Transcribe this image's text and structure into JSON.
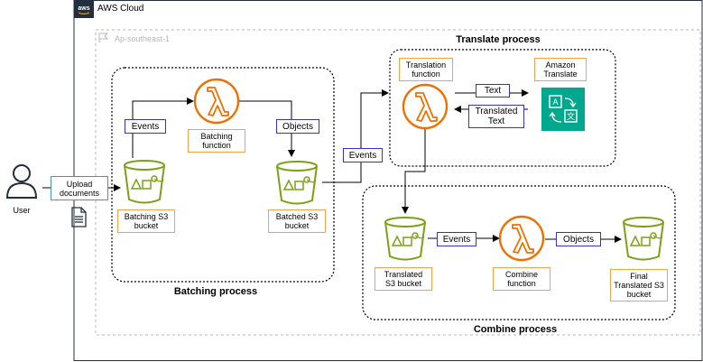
{
  "colors": {
    "aws_border": "#232f3e",
    "region_border": "#b7b7b7",
    "lambda": "#ed7100",
    "s3": "#7aa116",
    "translate": "#01a88d",
    "orange_box": "#f4a14a",
    "blue_box": "#3333cc"
  },
  "cloud": {
    "title": "AWS Cloud",
    "region": "Ap-southeast-1"
  },
  "user": {
    "label": "User",
    "upload": "Upload\ndocuments"
  },
  "batching": {
    "title": "Batching process",
    "events": "Events",
    "objects": "Objects",
    "function": "Batching\nfunction",
    "bucket_in": "Batching S3\nbucket",
    "bucket_out": "Batched S3\nbucket"
  },
  "translate": {
    "title": "Translate process",
    "events": "Events",
    "function": "Translation\nfunction",
    "service": "Amazon\nTranslate",
    "text": "Text",
    "translated": "Translated\nText"
  },
  "combine": {
    "title": "Combine process",
    "events": "Events",
    "objects": "Objects",
    "bucket_in": "Translated\nS3  bucket",
    "function": "Combine\nfunction",
    "bucket_out": "Final\nTranslated S3\nbucket"
  }
}
